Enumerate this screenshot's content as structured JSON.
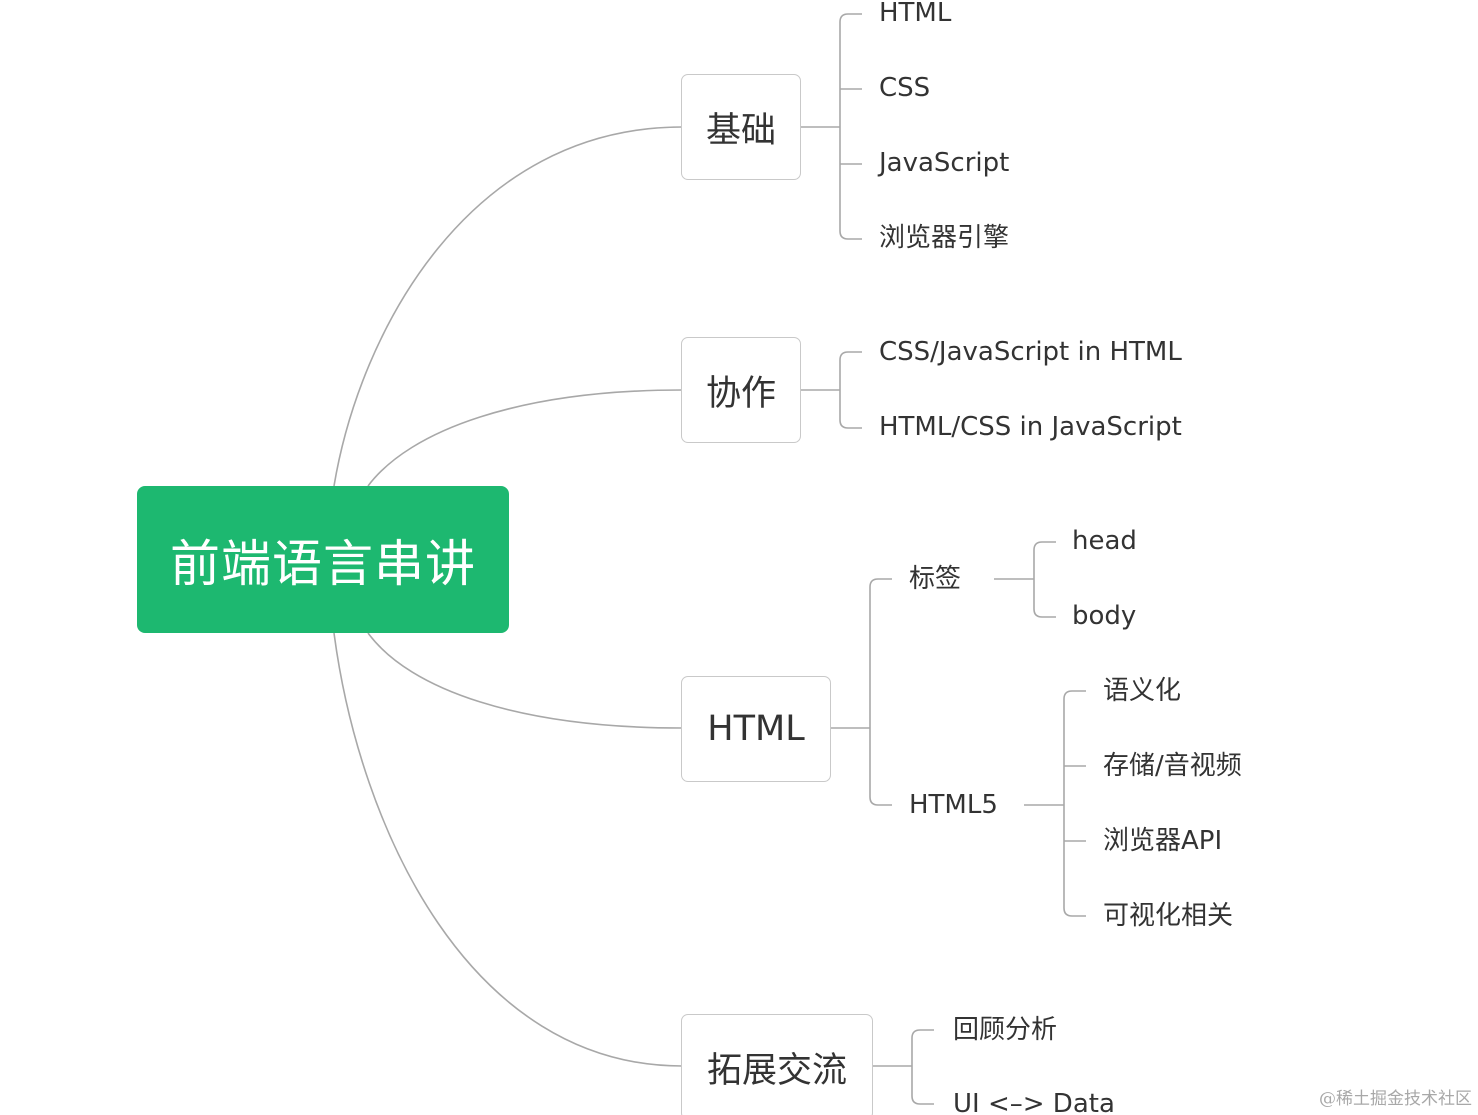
{
  "diagram": {
    "root": {
      "label": "前端语言串讲",
      "color": "#1db870"
    },
    "branches": [
      {
        "label": "基础",
        "children": [
          "HTML",
          "CSS",
          "JavaScript",
          "浏览器引擎"
        ]
      },
      {
        "label": "协作",
        "children": [
          "CSS/JavaScript in HTML",
          "HTML/CSS in JavaScript"
        ]
      },
      {
        "label": "HTML",
        "groups": [
          {
            "label": "标签",
            "children": [
              "head",
              "body"
            ]
          },
          {
            "label": "HTML5",
            "children": [
              "语义化",
              "存储/音视频",
              "浏览器API",
              "可视化相关"
            ]
          }
        ]
      },
      {
        "label": "拓展交流",
        "children": [
          "回顾分析",
          "UI <–> Data"
        ]
      }
    ],
    "line_color": "#a8a8a8"
  },
  "watermark": "@稀土掘金技术社区"
}
